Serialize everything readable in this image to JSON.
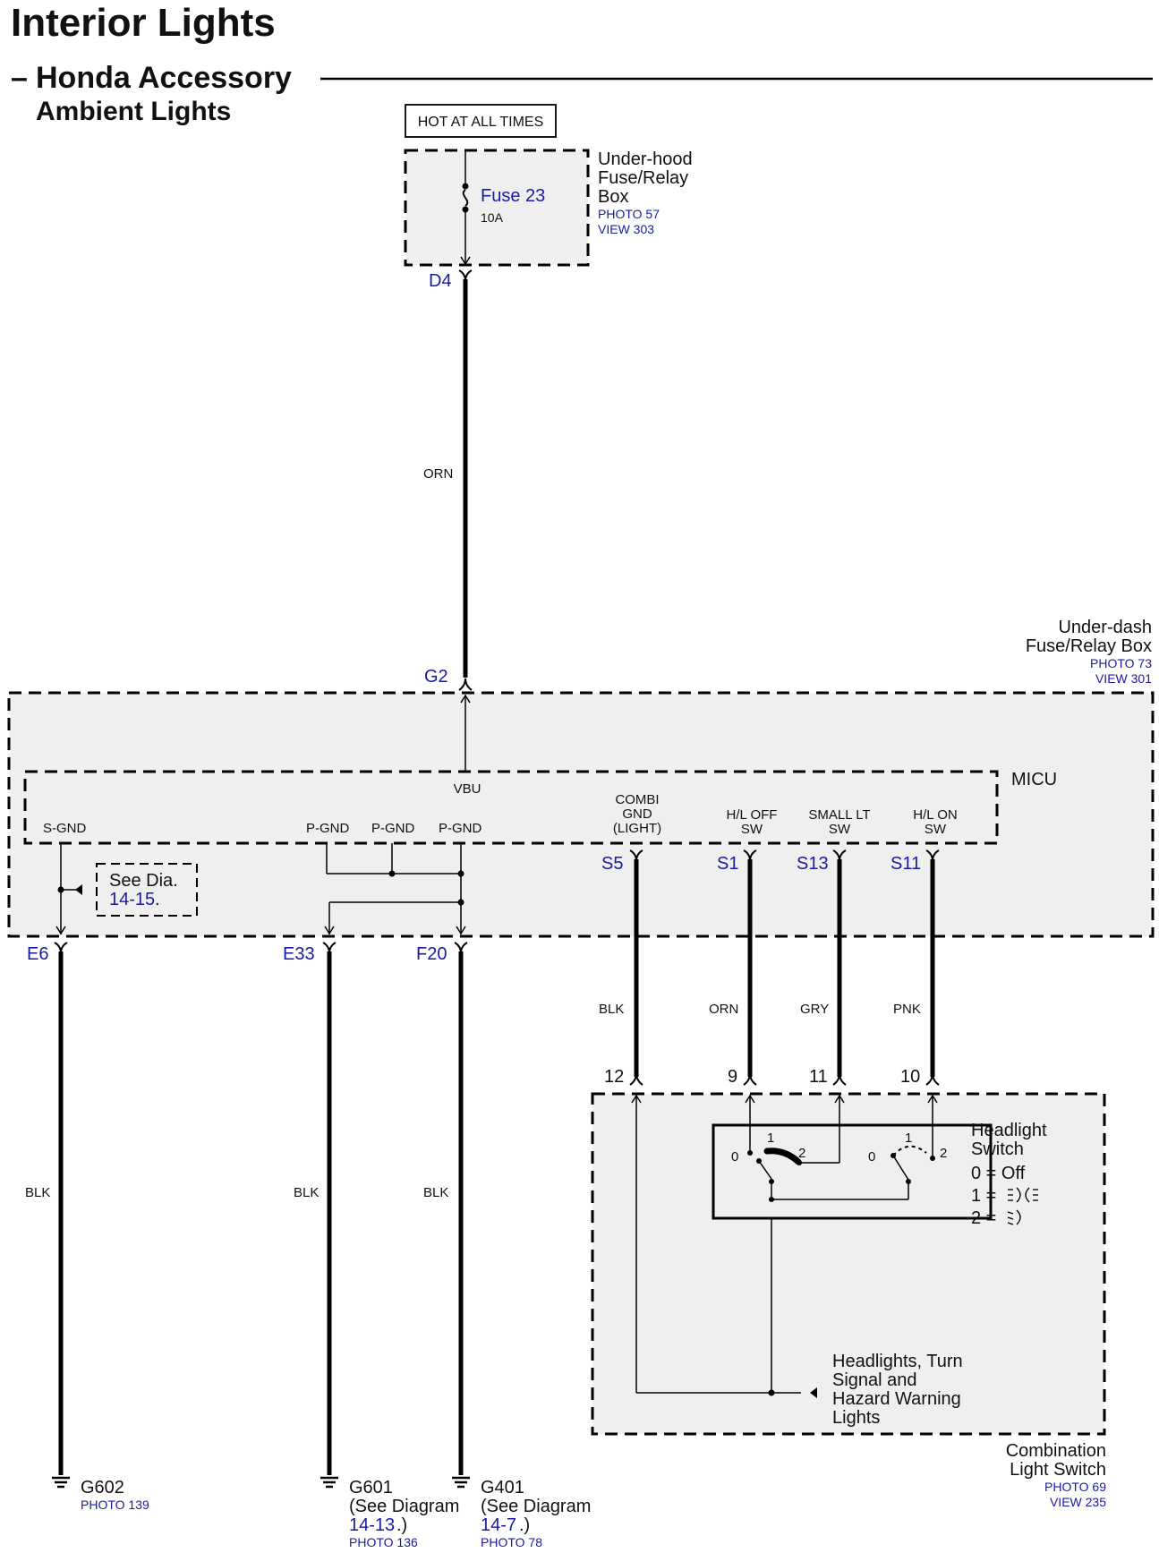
{
  "title": "Interior Lights",
  "subtitle_prefix": "–",
  "subtitle": "Honda Accessory",
  "subtitle2": "Ambient Lights",
  "hot_label": "HOT AT ALL TIMES",
  "underhood_box": {
    "fuse_name": "Fuse 23",
    "fuse_rating": "10A",
    "name_lines": [
      "Under-hood",
      "Fuse/Relay",
      "Box"
    ],
    "photo": "PHOTO 57",
    "view": "VIEW 303"
  },
  "underdash_box": {
    "name_lines": [
      "Under-dash",
      "Fuse/Relay Box"
    ],
    "photo": "PHOTO 73",
    "view": "VIEW 301",
    "micu": "MICU"
  },
  "connectors": {
    "d4": "D4",
    "g2": "G2",
    "e6": "E6",
    "e33": "E33",
    "f20": "F20",
    "s5": "S5",
    "s1": "S1",
    "s13": "S13",
    "s11": "S11"
  },
  "micu_terminals": {
    "vbu": "VBU",
    "sgnd": "S-GND",
    "pgnd1": "P-GND",
    "pgnd2": "P-GND",
    "pgnd3": "P-GND",
    "combi": [
      "COMBI",
      "GND",
      "(LIGHT)"
    ],
    "hloff": [
      "H/L OFF",
      "SW"
    ],
    "smalllt": [
      "SMALL LT",
      "SW"
    ],
    "hlon": [
      "H/L ON",
      "SW"
    ]
  },
  "see_dia": {
    "text": "See Dia.",
    "ref": "14-15",
    "suffix": "."
  },
  "wire_colors": {
    "main": "ORN",
    "e6": "BLK",
    "e33": "BLK",
    "f20": "BLK",
    "s5": "BLK",
    "s1": "ORN",
    "s13": "GRY",
    "s11": "PNK"
  },
  "combo_pins": {
    "p12": "12",
    "p9": "9",
    "p11": "11",
    "p10": "10"
  },
  "headlight_switch": {
    "name_lines": [
      "Headlight",
      "Switch"
    ],
    "legend": [
      "0 = Off",
      "1 =",
      "2 ="
    ],
    "pos_labels": {
      "zero": "0",
      "one": "1",
      "two": "2"
    }
  },
  "headlights_note": [
    "Headlights, Turn",
    "Signal and",
    "Hazard Warning",
    "Lights"
  ],
  "combination_switch": {
    "name_lines": [
      "Combination",
      "Light Switch"
    ],
    "photo": "PHOTO 69",
    "view": "VIEW 235"
  },
  "grounds": {
    "g602": {
      "name": "G602",
      "photo": "PHOTO 139"
    },
    "g601": {
      "name": "G601",
      "see": "(See Diagram",
      "ref": "14-13",
      "suffix": ".)",
      "photo": "PHOTO 136"
    },
    "g401": {
      "name": "G401",
      "see": "(See Diagram",
      "ref": "14-7",
      "suffix": ".)",
      "photo": "PHOTO 78"
    }
  },
  "colors": {
    "link_blue": "#1a1aa8",
    "box_fill": "#efefef"
  },
  "icons": {
    "ground": "ground-symbol-icon",
    "headlight_high": "high-beam-icon",
    "headlight_low": "low-beam-icon"
  }
}
